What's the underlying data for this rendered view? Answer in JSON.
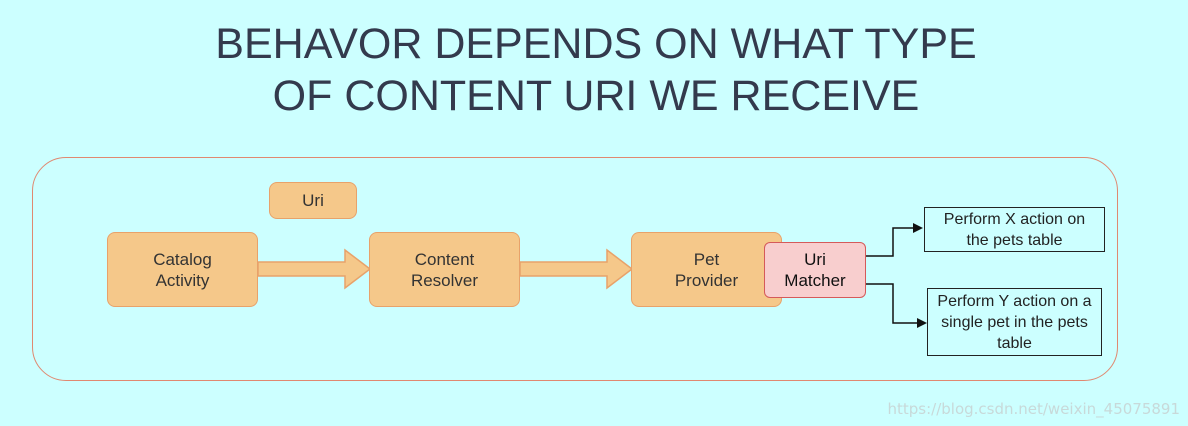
{
  "title": {
    "line1": "BEHAVOR DEPENDS ON WHAT TYPE",
    "line2": "OF CONTENT URI WE RECEIVE"
  },
  "nodes": {
    "uri": "Uri",
    "catalog_activity": [
      "Catalog",
      "Activity"
    ],
    "content_resolver": [
      "Content",
      "Resolver"
    ],
    "pet_provider": [
      "Pet",
      "Provider"
    ],
    "uri_matcher": [
      "Uri",
      "Matcher"
    ],
    "action_x": [
      "Perform X action on",
      "the pets table"
    ],
    "action_y": [
      "Perform Y action on a",
      "single pet in the pets",
      "table"
    ]
  },
  "colors": {
    "background": "#ccffff",
    "node_fill": "#f5c88a",
    "node_border": "#e8a26a",
    "matcher_fill": "#f8cece",
    "matcher_border": "#d55a5a",
    "frame_border": "#e08870"
  },
  "watermark": "https://blog.csdn.net/weixin_45075891"
}
